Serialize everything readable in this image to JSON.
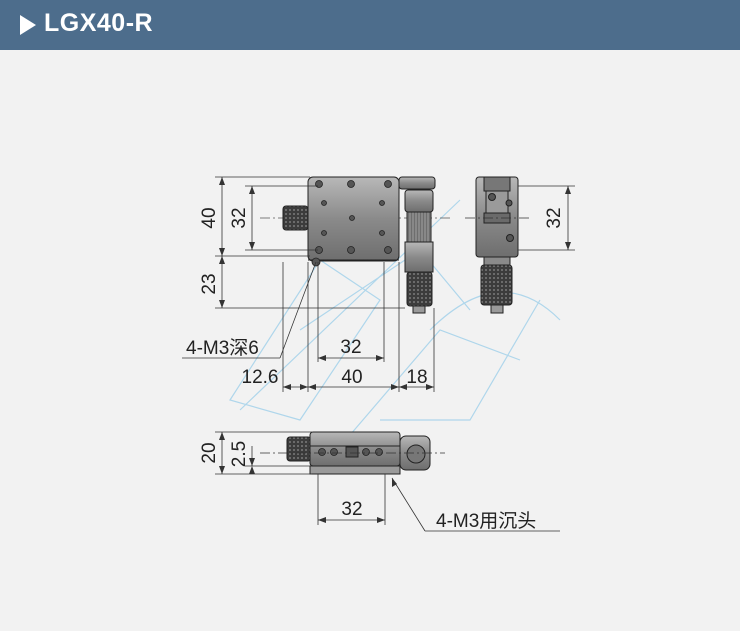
{
  "header": {
    "title": "LGX40-R"
  },
  "dims": {
    "height_40": "40",
    "height_32_left": "32",
    "height_23": "23",
    "callout_m3_depth": "4-M3深6",
    "width_32_top": "32",
    "width_12_6": "12.6",
    "width_40": "40",
    "width_18": "18",
    "side_32": "32",
    "height_20": "20",
    "height_2_5": "2.5",
    "width_32_bottom": "32",
    "callout_m3_counterbore": "4-M3用沉头"
  },
  "colors": {
    "header_bg": "#4d6d8c",
    "background": "#f2f2f2",
    "part_fill": "#8a8a8a",
    "watermark": "#9fd0ea"
  }
}
